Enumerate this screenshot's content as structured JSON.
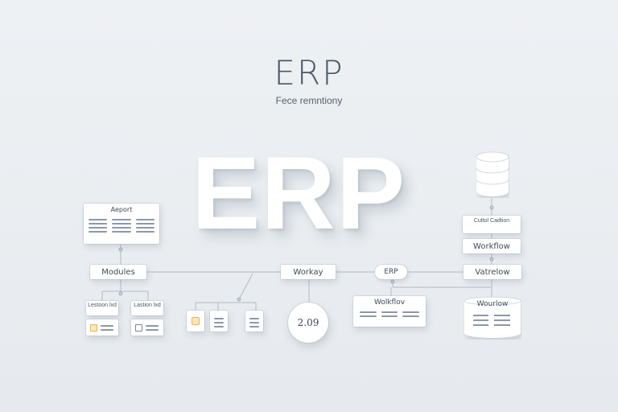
{
  "header": {
    "title": "ERP",
    "subtitle": "Fece remntiony"
  },
  "hero_word": "ERP",
  "left_panel": {
    "report_card_label": "Aeport",
    "modules_label": "Modules",
    "sub_left_label": "Lestoon lxd",
    "sub_right_label": "Lastion lxd"
  },
  "center": {
    "workday_label": "Workay",
    "circle_label": "2.09",
    "workflow_card_label": "Wolkflov"
  },
  "right_panel": {
    "erp_pill_label": "ERP",
    "control_label": "Cuttol Cadtion",
    "workflow_label": "Workflow",
    "vatrelow_label": "Vatrelow",
    "db_label": "Wourlow"
  },
  "colors": {
    "background": "#e9edf1",
    "card": "#ffffff",
    "line": "#a8b3be",
    "accent_orange": "#f0b04a",
    "text": "#3e4a58"
  }
}
